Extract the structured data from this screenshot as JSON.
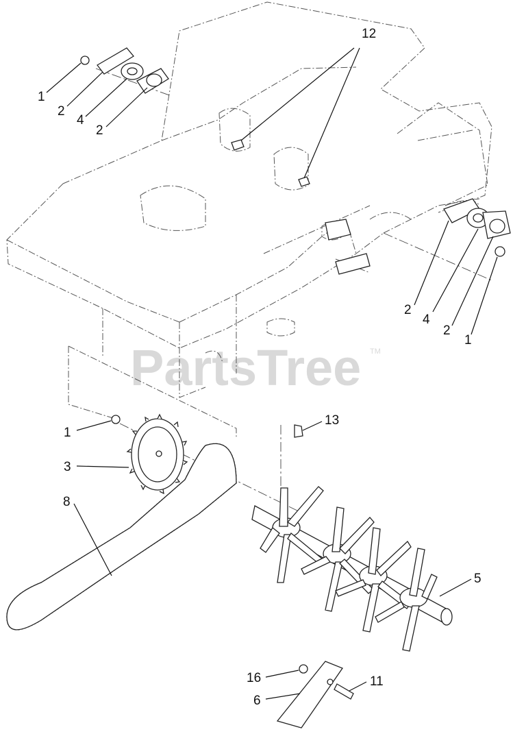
{
  "watermark": {
    "text": "PartsTree",
    "mark": "TM"
  },
  "callouts": {
    "c12": "12",
    "c1a": "1",
    "c2a": "2",
    "c4a": "4",
    "c2b": "2",
    "c2c": "2",
    "c4b": "4",
    "c2d": "2",
    "c1b": "1",
    "c1c": "1",
    "c3": "3",
    "c8": "8",
    "c13": "13",
    "c5": "5",
    "c16": "16",
    "c11": "11",
    "c6": "6"
  }
}
